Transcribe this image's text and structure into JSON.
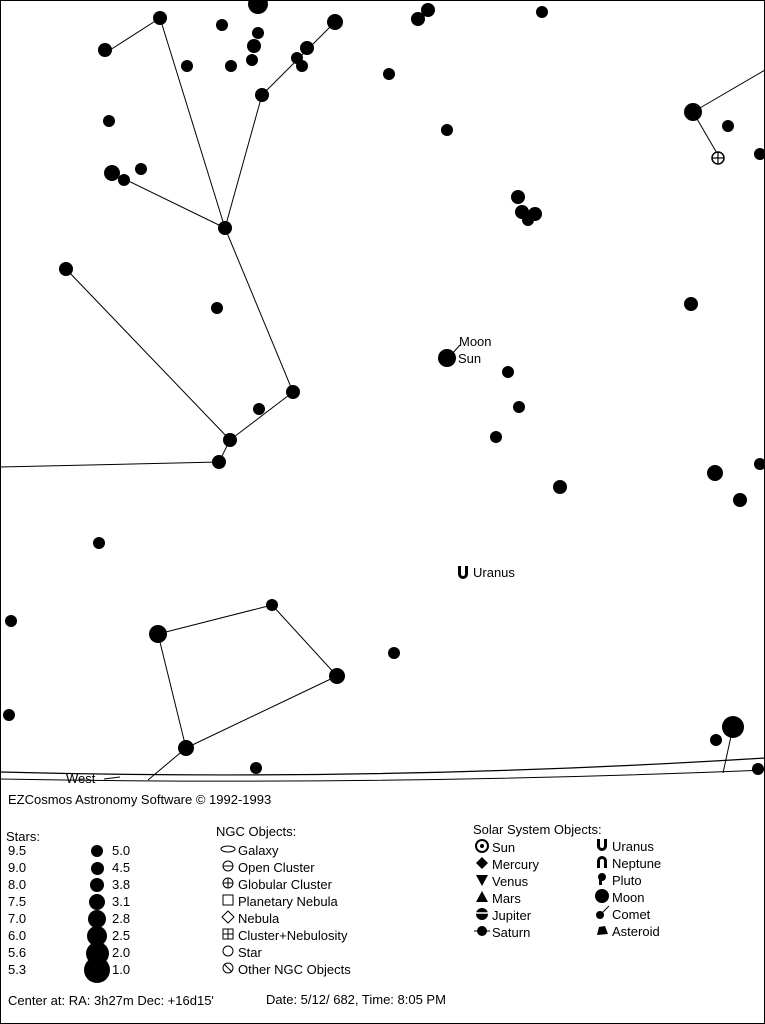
{
  "map": {
    "labels": {
      "moon": "Moon",
      "sun": "Sun",
      "uranus": "Uranus",
      "west": "West"
    },
    "stars": [
      [
        258,
        4,
        10
      ],
      [
        335,
        22,
        8
      ],
      [
        428,
        10,
        7
      ],
      [
        418,
        19,
        7
      ],
      [
        542,
        12,
        6
      ],
      [
        160,
        18,
        7
      ],
      [
        222,
        25,
        6
      ],
      [
        105,
        50,
        7
      ],
      [
        254,
        46,
        7
      ],
      [
        258,
        33,
        6
      ],
      [
        187,
        66,
        6
      ],
      [
        231,
        66,
        6
      ],
      [
        252,
        60,
        6
      ],
      [
        307,
        48,
        7
      ],
      [
        297,
        58,
        6
      ],
      [
        302,
        66,
        6
      ],
      [
        262,
        95,
        7
      ],
      [
        389,
        74,
        6
      ],
      [
        109,
        121,
        6
      ],
      [
        447,
        130,
        6
      ],
      [
        112,
        173,
        8
      ],
      [
        124,
        180,
        6
      ],
      [
        141,
        169,
        6
      ],
      [
        225,
        228,
        7
      ],
      [
        66,
        269,
        7
      ],
      [
        217,
        308,
        6
      ],
      [
        518,
        197,
        7
      ],
      [
        522,
        212,
        7
      ],
      [
        528,
        220,
        6
      ],
      [
        535,
        214,
        7
      ],
      [
        691,
        304,
        7
      ],
      [
        447,
        358,
        9
      ],
      [
        508,
        372,
        6
      ],
      [
        519,
        407,
        6
      ],
      [
        496,
        437,
        6
      ],
      [
        293,
        392,
        7
      ],
      [
        230,
        440,
        7
      ],
      [
        219,
        462,
        7
      ],
      [
        259,
        409,
        6
      ],
      [
        715,
        473,
        8
      ],
      [
        760,
        464,
        6
      ],
      [
        740,
        500,
        7
      ],
      [
        560,
        487,
        7
      ],
      [
        99,
        543,
        6
      ],
      [
        693,
        112,
        9
      ],
      [
        728,
        126,
        6
      ],
      [
        760,
        154,
        6
      ],
      [
        11,
        621,
        6
      ],
      [
        158,
        634,
        9
      ],
      [
        272,
        605,
        6
      ],
      [
        337,
        676,
        8
      ],
      [
        394,
        653,
        6
      ],
      [
        9,
        715,
        6
      ],
      [
        186,
        748,
        8
      ],
      [
        256,
        768,
        6
      ],
      [
        733,
        727,
        11
      ],
      [
        716,
        740,
        6
      ],
      [
        758,
        769,
        6
      ]
    ],
    "lines": [
      [
        110,
        50,
        160,
        18
      ],
      [
        160,
        18,
        225,
        228
      ],
      [
        112,
        173,
        225,
        228
      ],
      [
        225,
        228,
        262,
        95
      ],
      [
        262,
        95,
        335,
        22
      ],
      [
        225,
        228,
        293,
        392
      ],
      [
        293,
        392,
        230,
        440
      ],
      [
        230,
        440,
        219,
        462
      ],
      [
        66,
        269,
        230,
        440
      ],
      [
        0,
        467,
        219,
        462
      ],
      [
        158,
        634,
        272,
        605
      ],
      [
        272,
        605,
        337,
        676
      ],
      [
        337,
        676,
        186,
        748
      ],
      [
        158,
        634,
        186,
        748
      ],
      [
        186,
        748,
        148,
        780
      ],
      [
        693,
        112,
        765,
        70
      ],
      [
        693,
        112,
        718,
        155
      ],
      [
        723,
        773,
        733,
        727
      ]
    ]
  },
  "legend": {
    "title": "EZCosmos Astronomy Software © 1992-1993",
    "stars_header": "Stars:",
    "magnitudes": [
      {
        "mag": "9.5",
        "size": "5.0",
        "d": 12
      },
      {
        "mag": "9.0",
        "size": "4.5",
        "d": 13
      },
      {
        "mag": "8.0",
        "size": "3.8",
        "d": 14
      },
      {
        "mag": "7.5",
        "size": "3.1",
        "d": 16
      },
      {
        "mag": "7.0",
        "size": "2.8",
        "d": 18
      },
      {
        "mag": "6.0",
        "size": "2.5",
        "d": 20
      },
      {
        "mag": "5.6",
        "size": "2.0",
        "d": 23
      },
      {
        "mag": "5.3",
        "size": "1.0",
        "d": 26
      }
    ],
    "ngc_header": "NGC Objects:",
    "ngc": [
      {
        "icon": "galaxy-icon",
        "label": "Galaxy"
      },
      {
        "icon": "open-cluster-icon",
        "label": "Open Cluster"
      },
      {
        "icon": "globular-cluster-icon",
        "label": "Globular Cluster"
      },
      {
        "icon": "planetary-nebula-icon",
        "label": "Planetary Nebula"
      },
      {
        "icon": "nebula-icon",
        "label": "Nebula"
      },
      {
        "icon": "cluster-nebulosity-icon",
        "label": "Cluster+Nebulosity"
      },
      {
        "icon": "star-icon",
        "label": "Star"
      },
      {
        "icon": "other-ngc-icon",
        "label": "Other NGC Objects"
      }
    ],
    "solar_header": "Solar System Objects:",
    "solar_left": [
      {
        "icon": "sun-icon",
        "label": "Sun"
      },
      {
        "icon": "mercury-icon",
        "label": "Mercury"
      },
      {
        "icon": "venus-icon",
        "label": "Venus"
      },
      {
        "icon": "mars-icon",
        "label": "Mars"
      },
      {
        "icon": "jupiter-icon",
        "label": "Jupiter"
      },
      {
        "icon": "saturn-icon",
        "label": "Saturn"
      }
    ],
    "solar_right": [
      {
        "icon": "uranus-icon",
        "label": "Uranus"
      },
      {
        "icon": "neptune-icon",
        "label": "Neptune"
      },
      {
        "icon": "pluto-icon",
        "label": "Pluto"
      },
      {
        "icon": "moon-icon",
        "label": "Moon"
      },
      {
        "icon": "comet-icon",
        "label": "Comet"
      },
      {
        "icon": "asteroid-icon",
        "label": "Asteroid"
      }
    ],
    "footer_center": "Center at: RA:  3h27m Dec: +16d15'",
    "footer_date": "Date: 5/12/ 682, Time: 8:05 PM"
  }
}
